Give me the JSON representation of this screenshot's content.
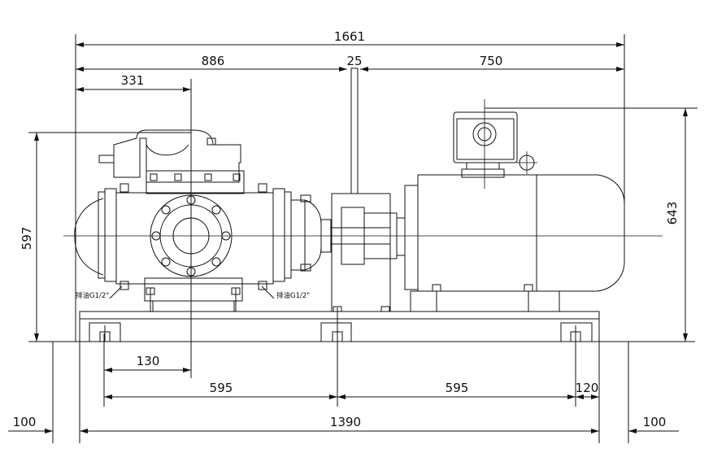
{
  "dimensions": {
    "overall_length": "1661",
    "pump_section": "886",
    "coupling_gap": "25",
    "motor_section": "750",
    "pump_inlet_offset": "331",
    "height_overall": "597",
    "height_motor": "643",
    "foot_offset": "130",
    "bolt_spacing_left": "595",
    "bolt_spacing_right": "595",
    "end_offset": "120",
    "base_length": "1390",
    "margin_left": "100",
    "margin_right": "100"
  },
  "notes": {
    "drain_left": "排油G1/2\"",
    "drain_right": "排油G1/2\""
  }
}
